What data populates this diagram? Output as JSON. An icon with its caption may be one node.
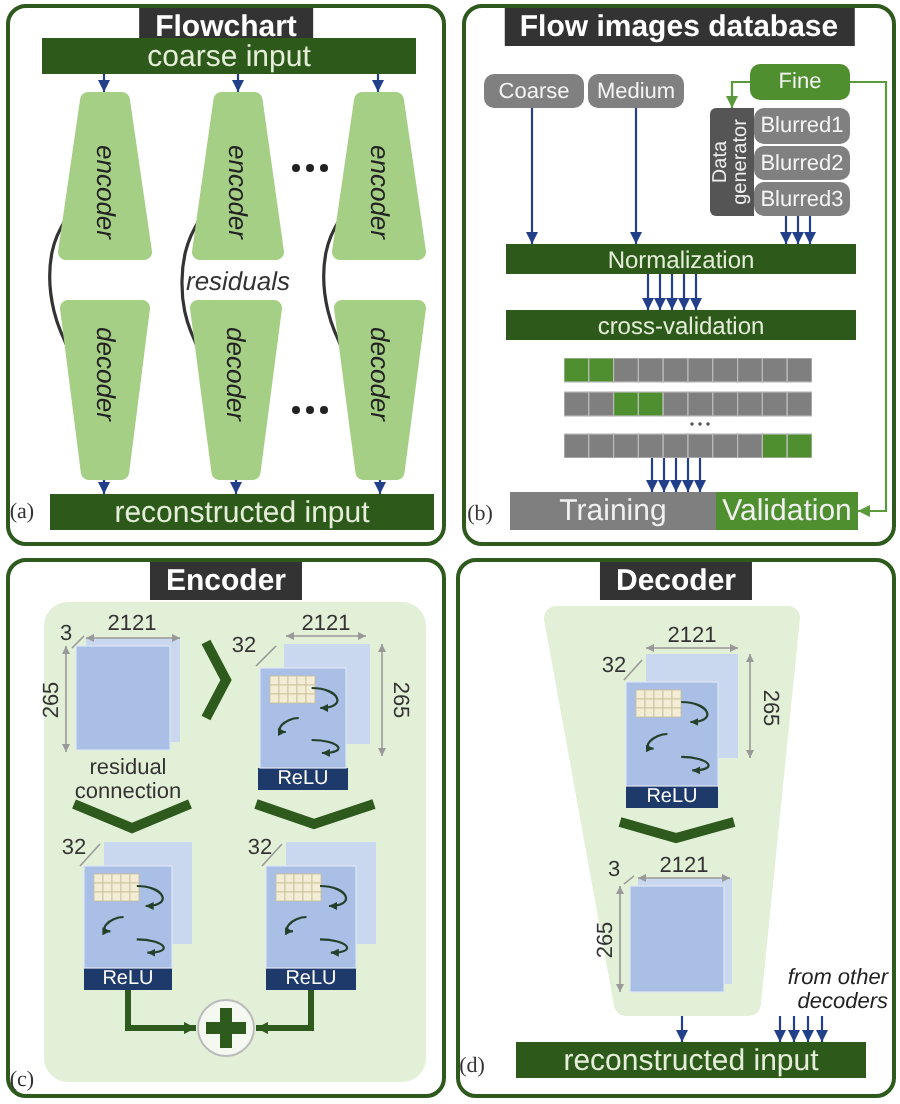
{
  "diagram": {
    "nodes": [
      {
        "text": [
          "Flowchart"
        ]
      },
      {
        "text": [
          "coarse input"
        ],
        "in": 0
      },
      {
        "text": [
          "encoder"
        ],
        "in": 0
      },
      {
        "text": [
          "encoder"
        ],
        "in": 0
      },
      {
        "text": [
          "encoder"
        ],
        "in": 0
      },
      {
        "text": [
          "decoder"
        ],
        "in": 0
      },
      {
        "text": [
          "decoder"
        ],
        "in": 0
      },
      {
        "text": [
          "decoder"
        ],
        "in": 0
      },
      {
        "text": [
          "reconstructed input"
        ],
        "in": 0
      },
      {
        "text": [
          "Flow images database"
        ]
      },
      {
        "text": [
          "Coarse"
        ],
        "in": 9
      },
      {
        "text": [
          "Medium"
        ],
        "in": 9
      },
      {
        "text": [
          "Fine"
        ],
        "in": 9
      },
      {
        "text": [
          "Data generator"
        ],
        "in": 9
      },
      {
        "text": [
          "Blurred1"
        ],
        "in": 9
      },
      {
        "text": [
          "Blurred2"
        ],
        "in": 9
      },
      {
        "text": [
          "Blurred3"
        ],
        "in": 9
      },
      {
        "text": [
          "Normalization"
        ],
        "in": 9
      },
      {
        "text": [
          "cross-validation"
        ],
        "in": 9
      },
      {
        "text": [],
        "shape": "box",
        "in": 9
      },
      {
        "text": [
          "Training"
        ],
        "in": 9
      },
      {
        "text": [
          "Validation"
        ],
        "in": 9
      },
      {
        "text": [
          "Encoder"
        ]
      },
      {
        "text": [
          "ReLU"
        ],
        "in": 22
      },
      {
        "text": [
          "ReLU"
        ],
        "in": 22
      },
      {
        "text": [
          "ReLU"
        ],
        "in": 22
      },
      {
        "text": [],
        "shape": "circle",
        "in": 22
      },
      {
        "text": [
          "Decoder"
        ]
      },
      {
        "text": [],
        "shape": "trapezoid",
        "in": 27
      },
      {
        "text": [
          "ReLU"
        ],
        "in": 28
      },
      {
        "text": [
          "from other decoders"
        ],
        "in": 27
      },
      {
        "text": [
          "reconstructed input"
        ],
        "in": 27
      }
    ],
    "edges": [
      {
        "from": 1,
        "to": 2,
        "arrow": "to"
      },
      {
        "from": 1,
        "to": 3,
        "arrow": "to"
      },
      {
        "from": 1,
        "to": 4,
        "arrow": "to"
      },
      {
        "from": 2,
        "to": 5,
        "arrow": "none",
        "color": "#333333"
      },
      {
        "from": 3,
        "to": 6,
        "arrow": "none",
        "color": "#333333"
      },
      {
        "from": 4,
        "to": 7,
        "arrow": "none",
        "color": "#333333"
      },
      {
        "from": 5,
        "to": 8,
        "arrow": "to"
      },
      {
        "from": 6,
        "to": 8,
        "arrow": "to"
      },
      {
        "from": 7,
        "to": 8,
        "arrow": "to"
      },
      {
        "from": 10,
        "to": 17,
        "arrow": "to"
      },
      {
        "from": 11,
        "to": 17,
        "arrow": "to"
      },
      {
        "from": 12,
        "to": 13,
        "arrow": "to",
        "color": "#5a9a3a"
      },
      {
        "from": 16,
        "to": 17,
        "arrow": "to"
      },
      {
        "from": 16,
        "to": 17,
        "arrow": "to"
      },
      {
        "from": 16,
        "to": 17,
        "arrow": "to"
      },
      {
        "from": 17,
        "to": 18,
        "arrow": "to"
      },
      {
        "from": 17,
        "to": 18,
        "arrow": "to"
      },
      {
        "from": 17,
        "to": 18,
        "arrow": "to"
      },
      {
        "from": 17,
        "to": 18,
        "arrow": "to"
      },
      {
        "from": 17,
        "to": 18,
        "arrow": "to"
      },
      {
        "from": 19,
        "to": 20,
        "arrow": "to"
      },
      {
        "from": 19,
        "to": 20,
        "arrow": "to"
      },
      {
        "from": 19,
        "to": 20,
        "arrow": "to"
      },
      {
        "from": 19,
        "to": 20,
        "arrow": "to"
      },
      {
        "from": 19,
        "to": 20,
        "arrow": "to"
      },
      {
        "from": 12,
        "to": 21,
        "arrow": "to",
        "color": "#5a9a3a"
      },
      {
        "from": 24,
        "to": 26,
        "arrow": "to",
        "style": "thick",
        "color": "#2e5a1e"
      },
      {
        "from": 25,
        "to": 26,
        "arrow": "to",
        "style": "thick",
        "color": "#2e5a1e"
      },
      {
        "from": 28,
        "to": 31,
        "arrow": "to"
      },
      {
        "from": 30,
        "to": 31,
        "arrow": "to"
      },
      {
        "from": 30,
        "to": 31,
        "arrow": "to"
      },
      {
        "from": 30,
        "to": 31,
        "arrow": "to"
      },
      {
        "from": 30,
        "to": 31,
        "arrow": "to"
      }
    ],
    "labels": [
      "residuals",
      "(a)",
      "(b)",
      "3",
      "2121",
      "265",
      "32",
      "2121",
      "265",
      "residual connection",
      "32",
      "32",
      "(c)",
      "32",
      "2121",
      "265",
      "3",
      "2121",
      "265",
      "(d)"
    ]
  }
}
